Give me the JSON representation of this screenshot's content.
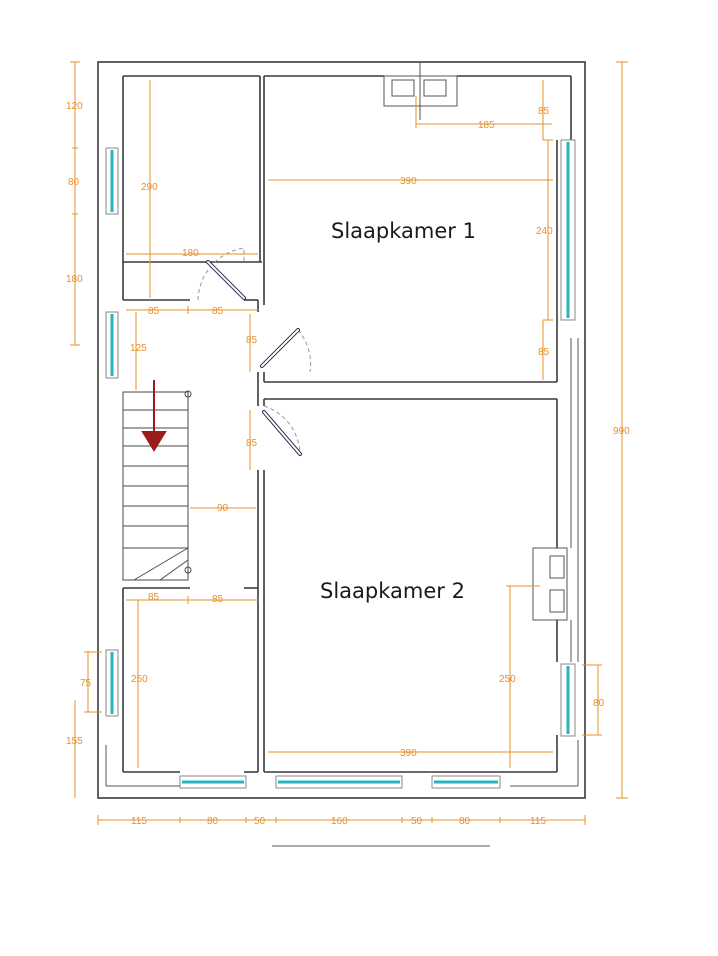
{
  "floorplan": {
    "rooms": [
      {
        "id": "slaapkamer-1",
        "label": "Slaapkamer 1"
      },
      {
        "id": "slaapkamer-2",
        "label": "Slaapkamer 2"
      }
    ],
    "dimensions": {
      "left_120": "120",
      "left_80": "80",
      "left_180": "180",
      "left_75": "75",
      "left_155": "155",
      "right_990": "990",
      "right_80": "80",
      "room_290": "290",
      "room_180": "180",
      "landing_85a": "85",
      "landing_85b": "85",
      "landing_125": "125",
      "stair_90": "90",
      "stair_85a": "85",
      "stair_85b": "85",
      "bath_250": "250",
      "door1_85": "85",
      "door2_85": "85",
      "s1_85_top": "85",
      "s1_185": "185",
      "s1_390": "390",
      "s1_240": "240",
      "s1_85_bottom": "85",
      "s2_250": "250",
      "s2_390": "390",
      "bottom_115a": "115",
      "bottom_80a": "80",
      "bottom_50a": "50",
      "bottom_160": "160",
      "bottom_50b": "50",
      "bottom_80b": "80",
      "bottom_115b": "115"
    },
    "colors": {
      "dimension": "#e8902a",
      "window_glass": "#2bb3c0",
      "stair_arrow": "#9a1c1c",
      "wall": "#3a3a3a"
    }
  }
}
